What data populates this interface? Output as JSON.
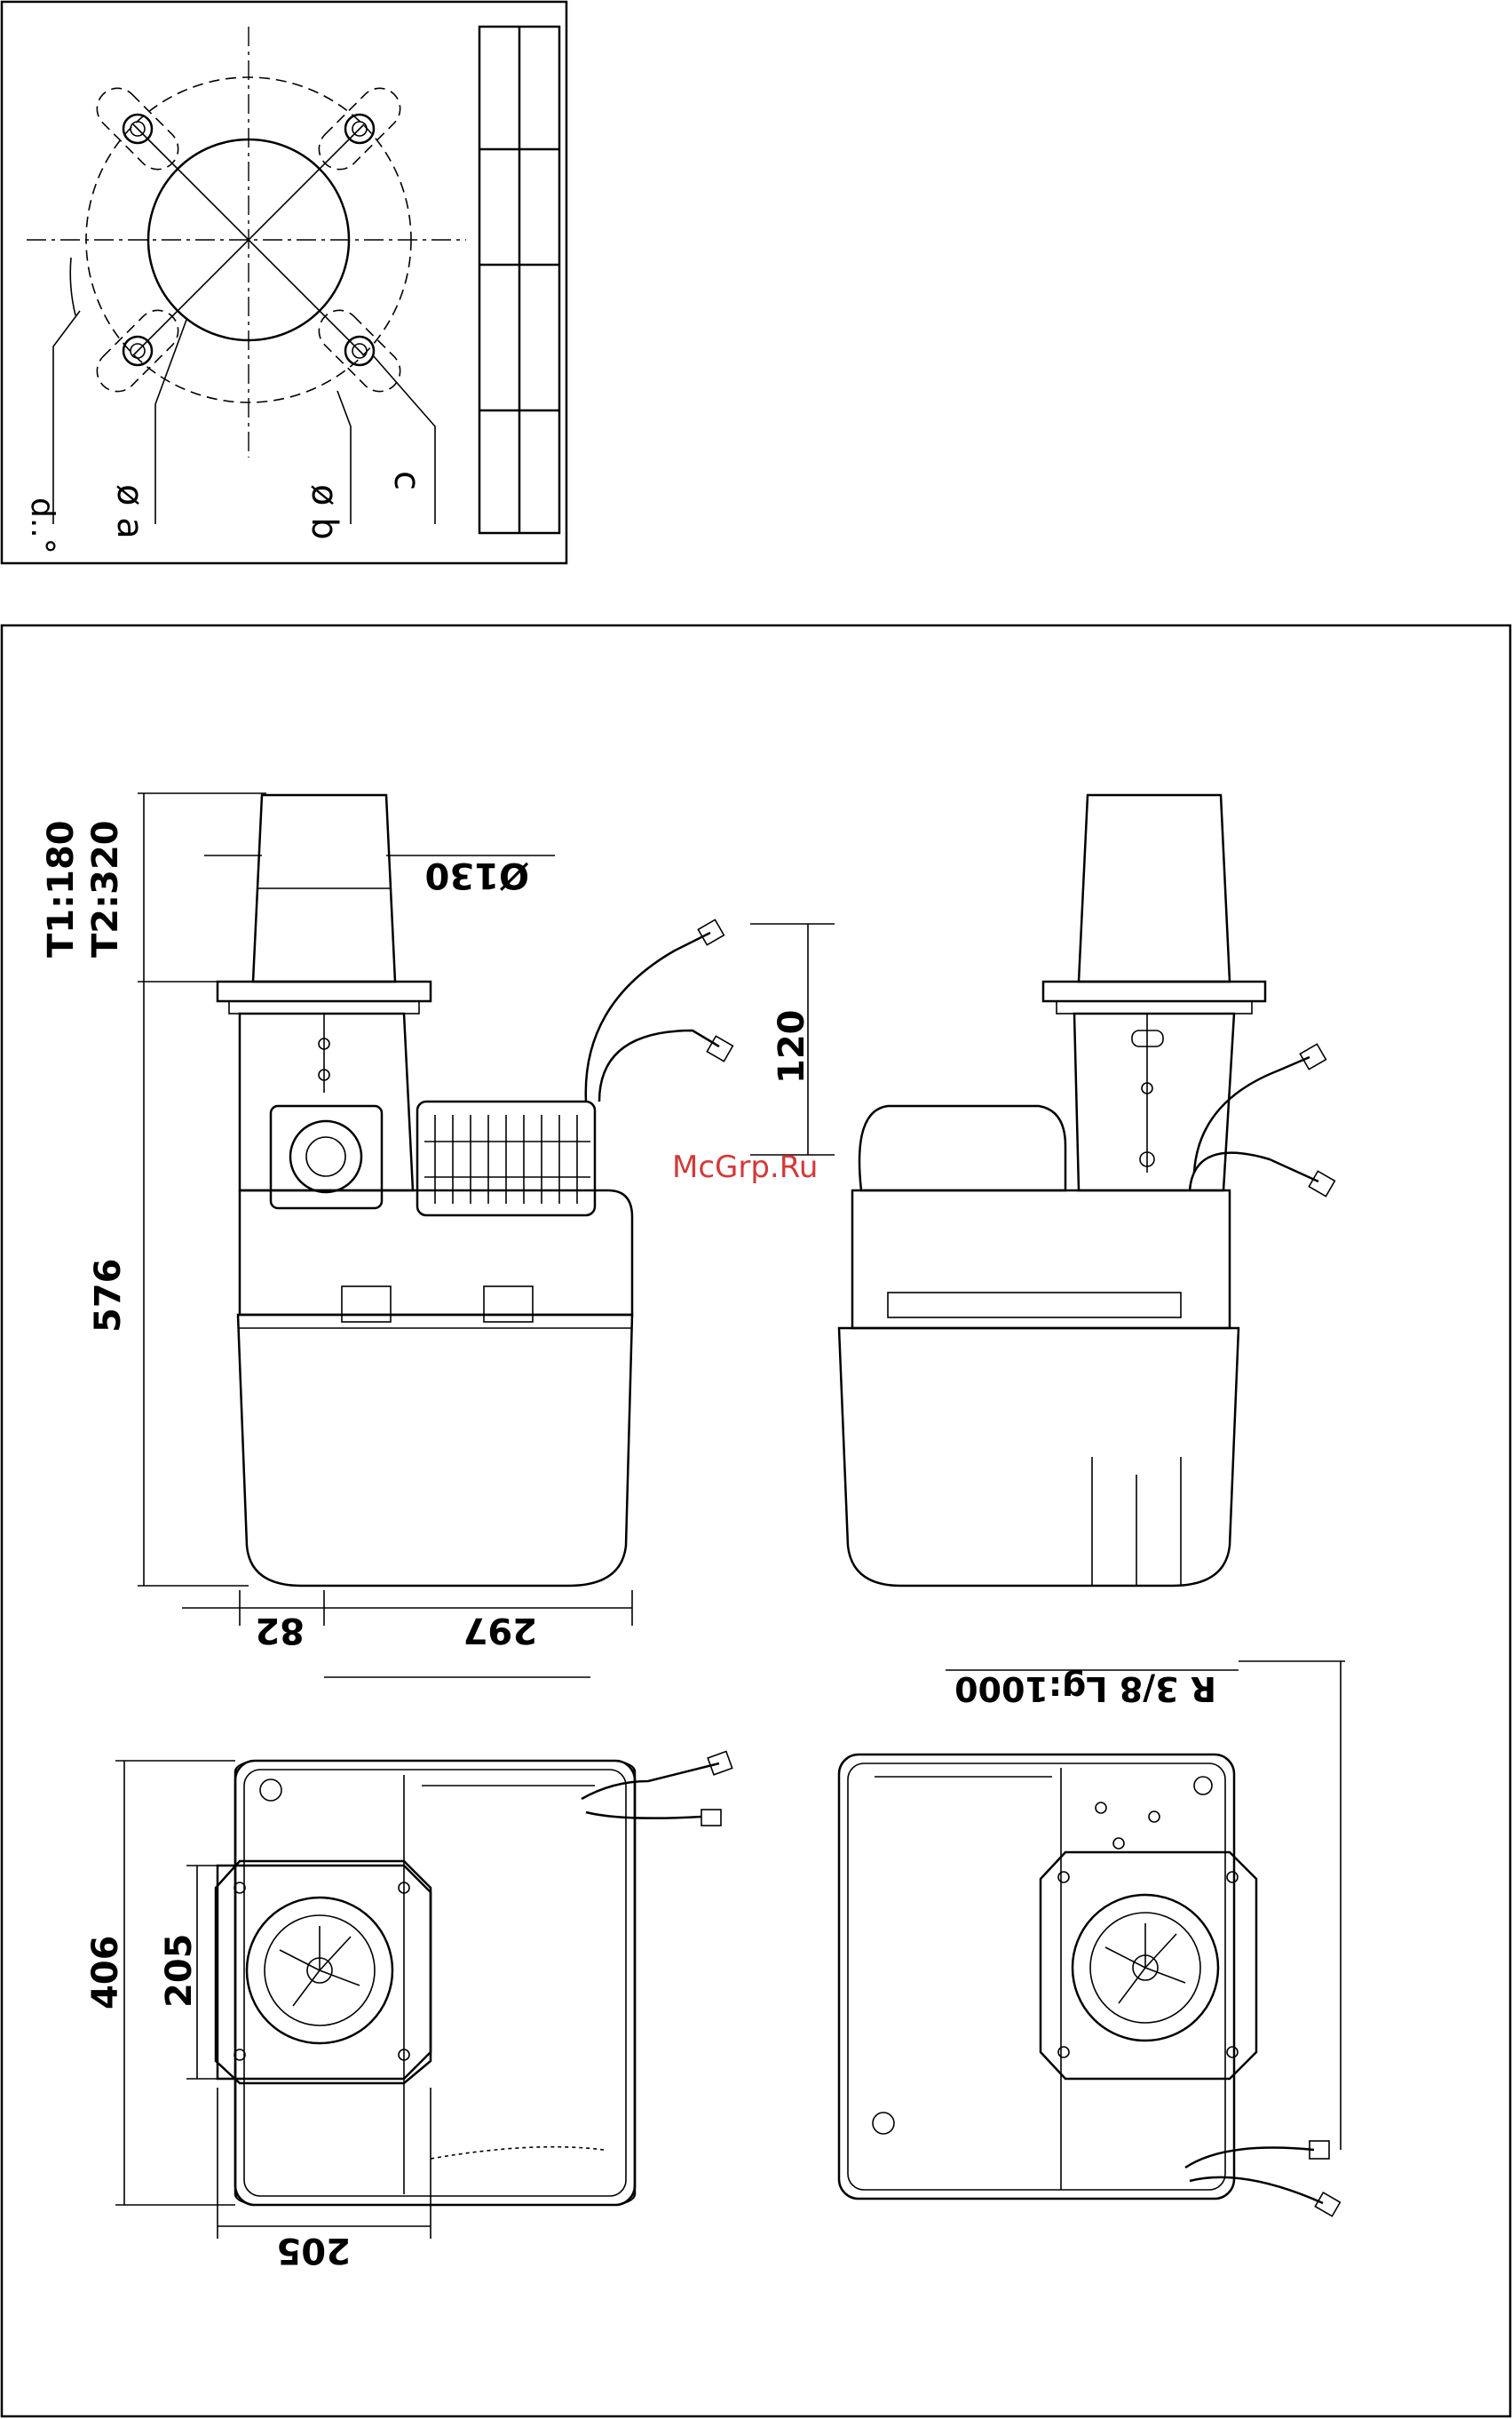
{
  "flange_panel": {
    "labels": [
      "d..°",
      "ø a",
      "ø b",
      "c"
    ]
  },
  "dimensions": {
    "motor_height": "T1:180",
    "motor_height_alt": "T2:320",
    "tube_diameter": "Ø130",
    "hose_rise": "120",
    "body_height": "576",
    "offset_left": "82",
    "body_width": "297",
    "hose_spec": "R 3/8 Lg:1000",
    "depth_total": "406",
    "flange_height": "205",
    "flange_width": "205"
  },
  "watermark": "McGrp.Ru"
}
